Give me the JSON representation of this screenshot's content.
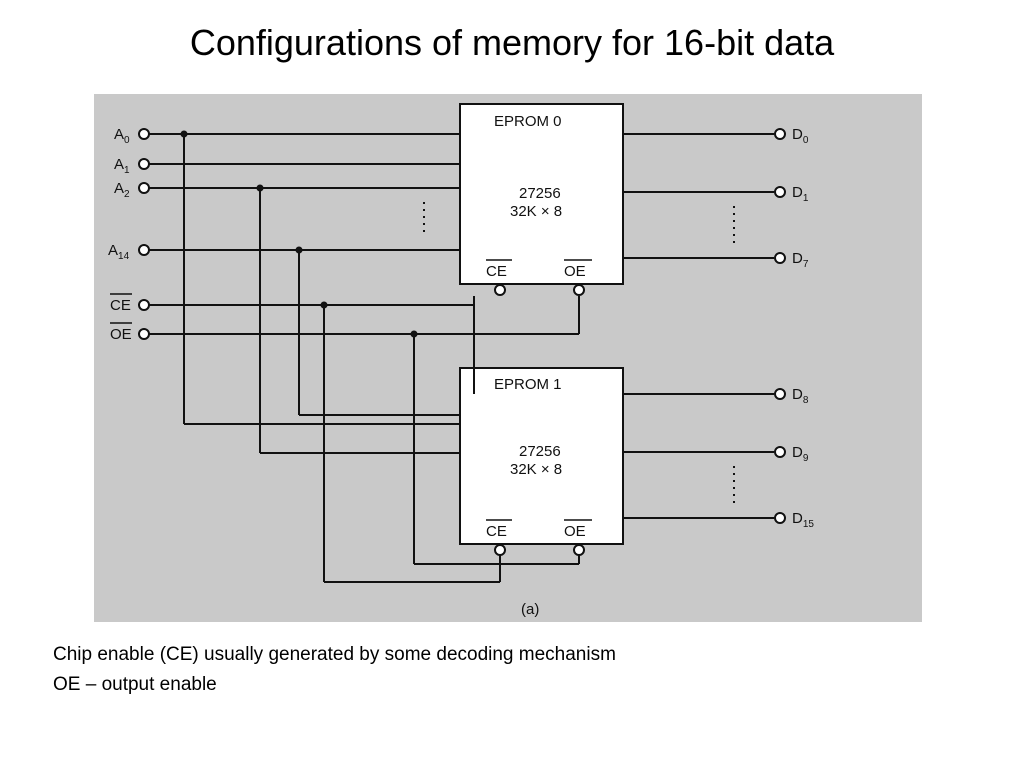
{
  "slide": {
    "title": "Configurations of memory for 16-bit data",
    "notes": [
      "Chip enable (CE) usually generated by some decoding mechanism",
      "OE – output enable"
    ]
  },
  "diagram": {
    "address_inputs": {
      "a0": {
        "base": "A",
        "sub": "0"
      },
      "a1": {
        "base": "A",
        "sub": "1"
      },
      "a2": {
        "base": "A",
        "sub": "2"
      },
      "a14": {
        "base": "A",
        "sub": "14"
      }
    },
    "control_inputs": {
      "ce": "CE",
      "oe": "OE"
    },
    "chips": [
      {
        "name": "EPROM 0",
        "part": "27256",
        "size": "32K × 8",
        "ce_label": "CE",
        "oe_label": "OE",
        "outputs": [
          {
            "base": "D",
            "sub": "0"
          },
          {
            "base": "D",
            "sub": "1"
          },
          {
            "base": "D",
            "sub": "7"
          }
        ]
      },
      {
        "name": "EPROM 1",
        "part": "27256",
        "size": "32K × 8",
        "ce_label": "CE",
        "oe_label": "OE",
        "outputs": [
          {
            "base": "D",
            "sub": "8"
          },
          {
            "base": "D",
            "sub": "9"
          },
          {
            "base": "D",
            "sub": "15"
          }
        ]
      }
    ],
    "caption": "(a)",
    "colors": {
      "panel_background": "#c9c9c9",
      "chip_fill": "#ffffff",
      "line": "#111111"
    }
  }
}
